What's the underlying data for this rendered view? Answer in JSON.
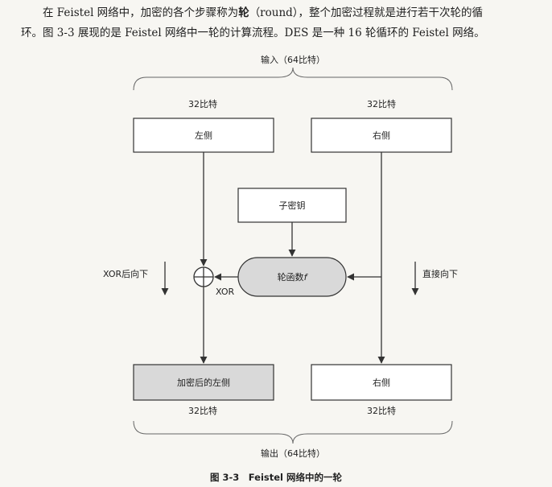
{
  "paragraph": {
    "line1_a": "在 Feistel 网络中，加密的各个步骤称为",
    "line1_bold": "轮",
    "line1_b": "（round），整个加密过程就是进行若干次轮的循",
    "line2": "环。图 3-3 展现的是 Feistel 网络中一轮的计算流程。DES 是一种 16 轮循环的 Feistel 网络。"
  },
  "diagram": {
    "input_label": "输入（64比特）",
    "output_label": "输出（64比特）",
    "top_left_bits": "32比特",
    "top_right_bits": "32比特",
    "left_box": "左侧",
    "right_box": "右侧",
    "subkey_box": "子密钥",
    "round_function_box": "轮函数",
    "round_function_var": "f",
    "xor_label": "XOR",
    "xor_down_label": "XOR后向下",
    "direct_down_label": "直接向下",
    "encrypted_left_box": "加密后的左侧",
    "bottom_right_box": "右侧",
    "bottom_left_bits": "32比特",
    "bottom_right_bits": "32比特"
  },
  "caption": "图 3-3　Feistel 网络中的一轮"
}
